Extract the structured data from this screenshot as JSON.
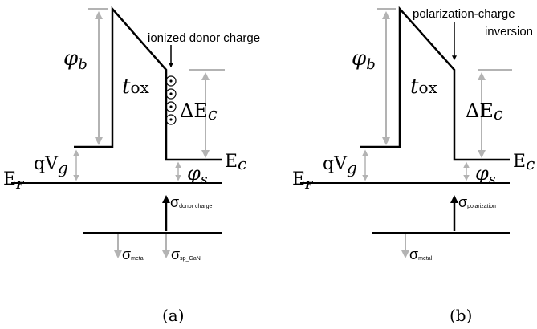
{
  "panels": [
    {
      "caption": "(a)",
      "phi_b": "φ",
      "phi_b_sub": "b",
      "t_ox": "t",
      "t_ox_sub": "ox",
      "delta_ec": "ΔE",
      "delta_ec_sub": "c",
      "qvg": "qV",
      "qvg_sub": "g",
      "ef": "E",
      "ef_sub": "F",
      "ec": "E",
      "ec_sub": "c",
      "phi_s": "φ",
      "phi_s_sub": "s",
      "top_annotation_line1": "ionized donor charge",
      "top_annotation_line2": "",
      "sigma_charge_sub": "donor charge",
      "sigma_metal_sub": "metal",
      "sigma_sp_sub": "sp_GaN",
      "sigma_symbol": "σ"
    },
    {
      "caption": "(b)",
      "phi_b": "φ",
      "phi_b_sub": "b",
      "t_ox": "t",
      "t_ox_sub": "ox",
      "delta_ec": "ΔE",
      "delta_ec_sub": "c",
      "qvg": "qV",
      "qvg_sub": "g",
      "ef": "E",
      "ef_sub": "F",
      "ec": "E",
      "ec_sub": "c",
      "phi_s": "φ",
      "phi_s_sub": "s",
      "top_annotation_line1": "polarization-charge",
      "top_annotation_line2": "inversion",
      "sigma_charge_sub": "polarization",
      "sigma_metal_sub": "metal",
      "sigma_symbol": "σ"
    }
  ],
  "colors": {
    "line": "#000000",
    "arrow_gray": "#b3b3b3",
    "guide_gray": "#b3b3b3"
  }
}
